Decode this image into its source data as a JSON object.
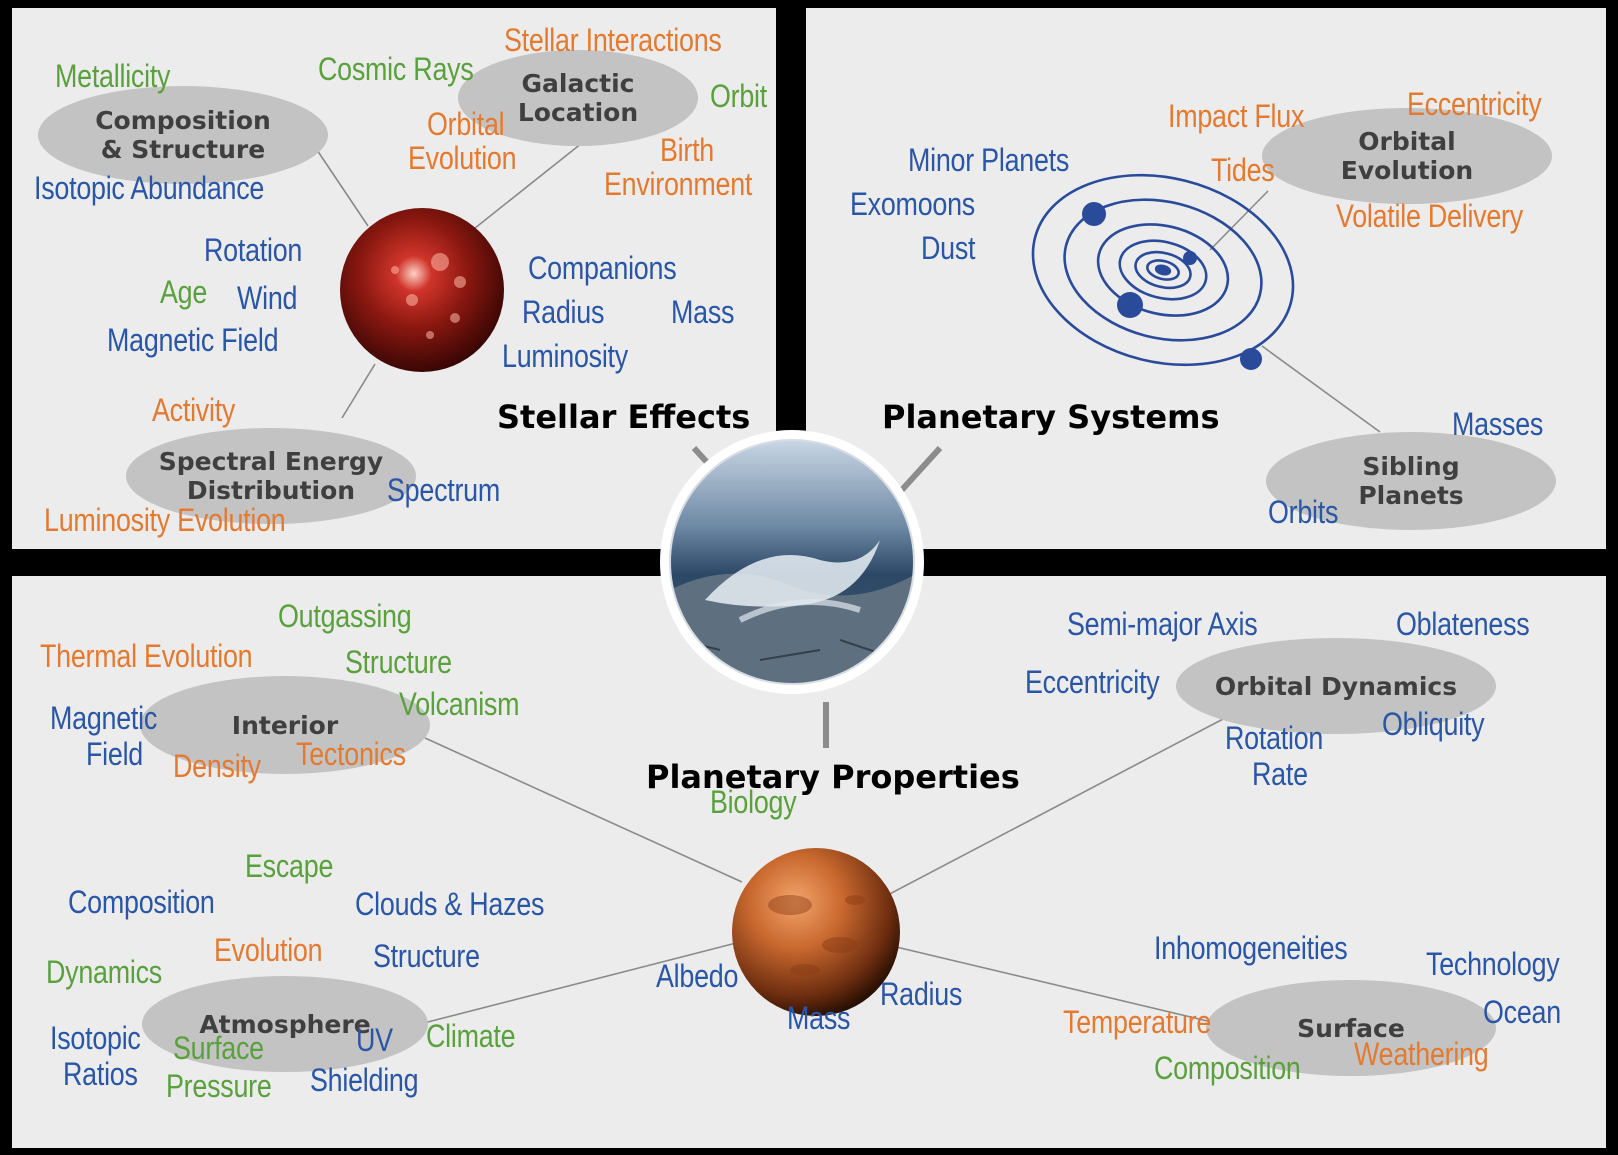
{
  "sections": {
    "stellar": "Stellar Effects",
    "systems": "Planetary Systems",
    "properties": "Planetary Properties"
  },
  "ovals": {
    "composition": "Composition\n& Structure",
    "galactic": "Galactic\nLocation",
    "spectral": "Spectral Energy\nDistribution",
    "orbital_evolution": "Orbital\nEvolution",
    "sibling": "Sibling\nPlanets",
    "interior": "Interior",
    "orbital_dynamics": "Orbital Dynamics",
    "atmosphere": "Atmosphere",
    "surface": "Surface"
  },
  "labels": {
    "metallicity": "Metallicity",
    "cosmic_rays": "Cosmic Rays",
    "stellar_interactions": "Stellar Interactions",
    "orbit": "Orbit",
    "orbital": "Orbital",
    "evolution": "Evolution",
    "birth": "Birth",
    "environment": "Environment",
    "isotopic_abundance": "Isotopic Abundance",
    "rotation": "Rotation",
    "age": "Age",
    "wind": "Wind",
    "magnetic_field": "Magnetic Field",
    "companions": "Companions",
    "radius": "Radius",
    "mass": "Mass",
    "luminosity": "Luminosity",
    "activity": "Activity",
    "spectrum": "Spectrum",
    "luminosity_evolution": "Luminosity Evolution",
    "impact_flux": "Impact Flux",
    "eccentricity": "Eccentricity",
    "minor_planets": "Minor Planets",
    "exomoons": "Exomoons",
    "dust": "Dust",
    "tides": "Tides",
    "volatile_delivery": "Volatile Delivery",
    "masses": "Masses",
    "orbits": "Orbits",
    "outgassing": "Outgassing",
    "thermal_evolution": "Thermal Evolution",
    "structure": "Structure",
    "magnetic": "Magnetic",
    "field": "Field",
    "volcanism": "Volcanism",
    "density": "Density",
    "tectonics": "Tectonics",
    "semi_major_axis": "Semi-major Axis",
    "oblateness": "Oblateness",
    "eccentricity2": "Eccentricity",
    "rotation2": "Rotation",
    "rate": "Rate",
    "obliquity": "Obliquity",
    "biology": "Biology",
    "escape": "Escape",
    "composition": "Composition",
    "clouds_hazes": "Clouds & Hazes",
    "dynamics": "Dynamics",
    "evolution2": "Evolution",
    "structure2": "Structure",
    "albedo": "Albedo",
    "isotopic": "Isotopic",
    "ratios": "Ratios",
    "surface": "Surface",
    "pressure": "Pressure",
    "uv": "UV",
    "shielding": "Shielding",
    "climate": "Climate",
    "mass2": "Mass",
    "radius2": "Radius",
    "inhomogeneities": "Inhomogeneities",
    "technology": "Technology",
    "temperature": "Temperature",
    "ocean": "Ocean",
    "composition2": "Composition",
    "weathering": "Weathering"
  },
  "colors": {
    "blue": "#2a56a6",
    "orange": "#e47a30",
    "green": "#5aa13e",
    "panel": "#ececec",
    "oval": "#c3c3c3"
  }
}
